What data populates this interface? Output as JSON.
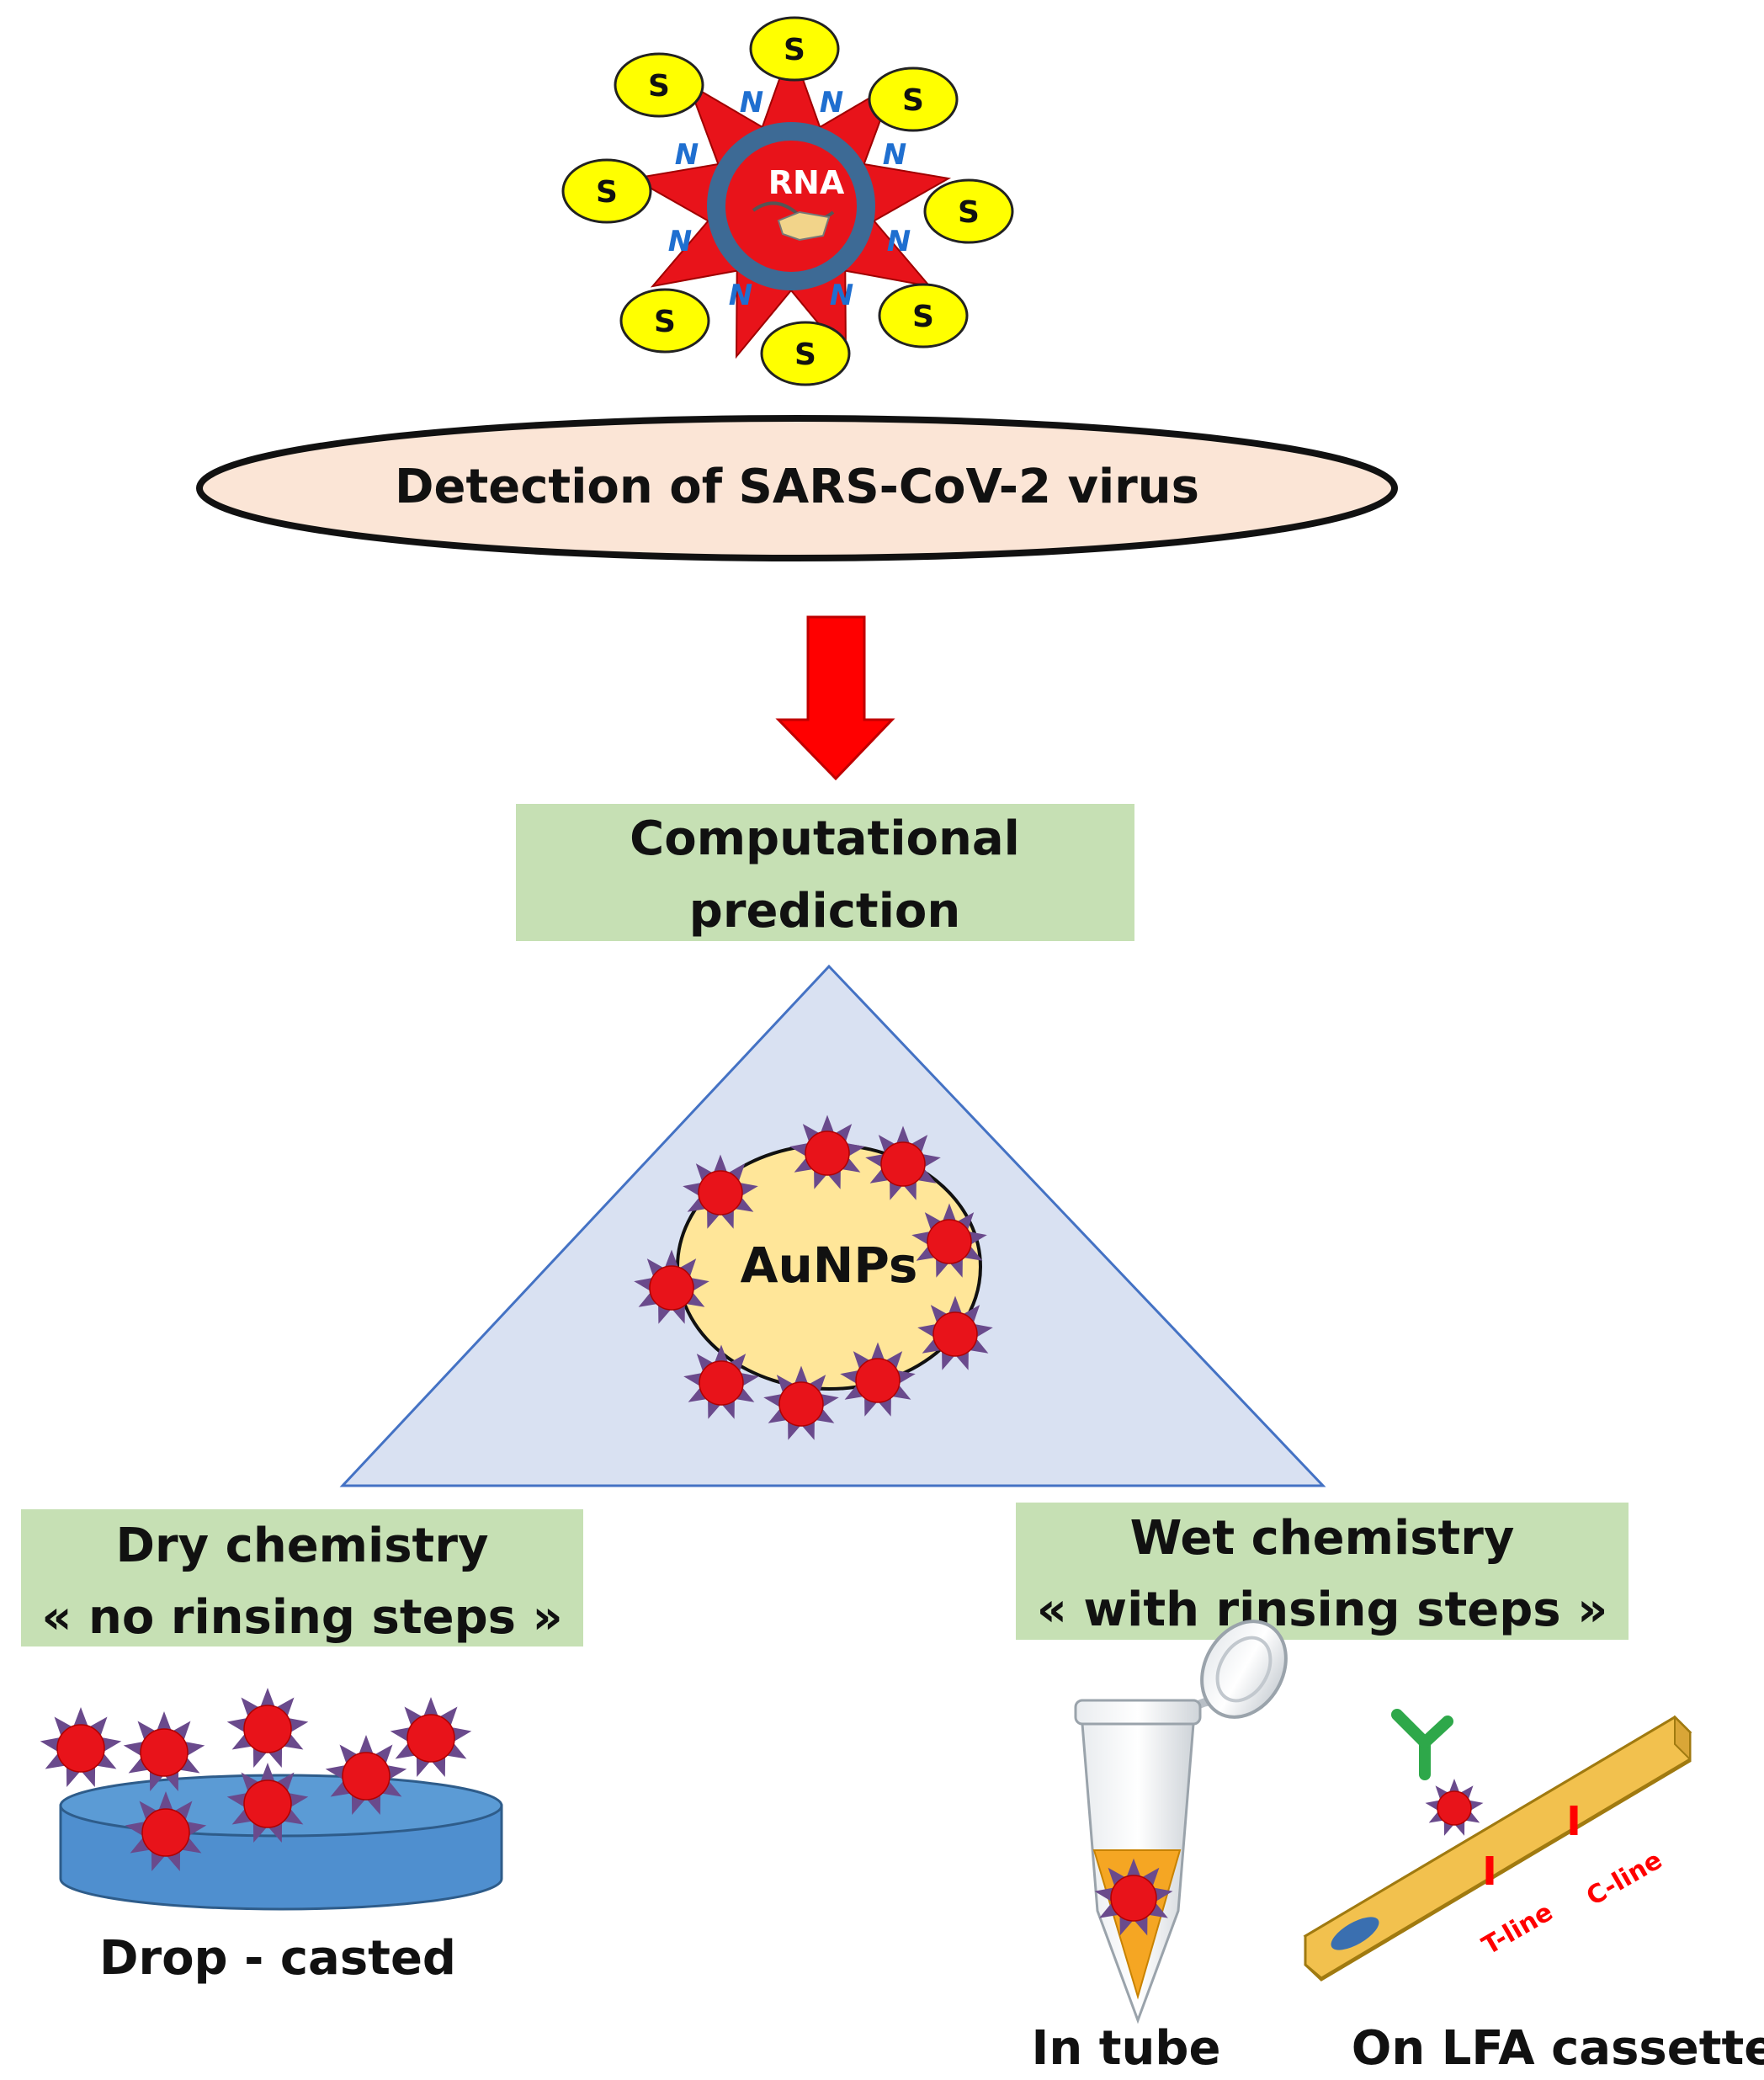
{
  "virus": {
    "core_label": "RNA",
    "spike_label": "S",
    "protein_label": "N"
  },
  "title_ellipse": {
    "text": "Detection of SARS-CoV-2  virus"
  },
  "computational_box": {
    "line1": "Computational",
    "line2": "prediction"
  },
  "center_label": "AuNPs",
  "dry_box": {
    "line1": "Dry chemistry",
    "line2": "« no rinsing steps »"
  },
  "wet_box": {
    "line1": "Wet chemistry",
    "line2": "« with rinsing steps »"
  },
  "drop_label": "Drop - casted",
  "tube_label": "In tube",
  "lfa_label": "On LFA cassette",
  "t_line_label": "T-line",
  "c_line_label": "C-line",
  "colors": {
    "particle_red": "#e8131a",
    "spike_purple": "#6a4a8c",
    "yellow": "#ffff00",
    "n_blue": "#1f6fd0",
    "label_box_green": "#c6e0b4",
    "triangle_fill": "#d9e1f2",
    "ellipse_fill": "#fbe5d6",
    "sphere_fill": "#ffe699",
    "disc_blue": "#5b9bd5",
    "strip_gold": "#f4c04a",
    "arrow_red": "#ff0000",
    "antibody_green": "#2ea84a"
  }
}
